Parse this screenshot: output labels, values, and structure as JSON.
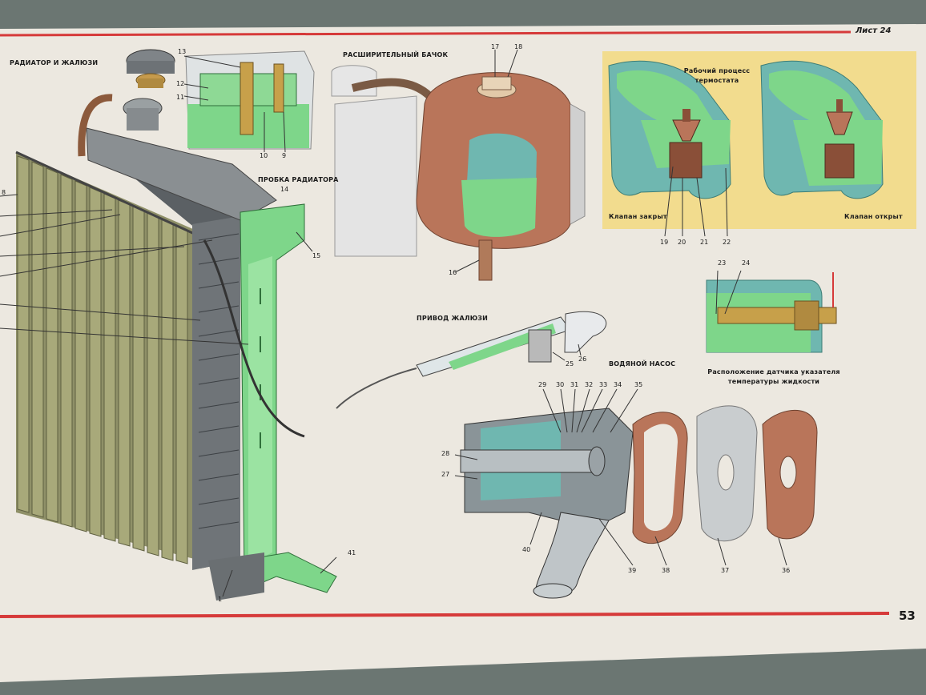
{
  "sheet_label": "Лист 24",
  "page_number": "53",
  "sections": {
    "radiator": "РАДИАТОР И ЖАЛЮЗИ",
    "expansion_tank": "РАСШИРИТЕЛЬНЫЙ БАЧОК",
    "radiator_cap": "ПРОБКА РАДИАТОРА",
    "shutter_drive": "ПРИВОД ЖАЛЮЗИ",
    "water_pump": "ВОДЯНОЙ НАСОС",
    "thermostat_title_1": "Рабочий процесс",
    "thermostat_title_2": "термостата",
    "valve_closed": "Клапан закрыт",
    "valve_open": "Клапан открыт",
    "sensor_caption_1": "Расположение датчика указателя",
    "sensor_caption_2": "температуры жидкости"
  },
  "callouts": {
    "n1": "1",
    "n8": "8",
    "n9": "9",
    "n10": "10",
    "n11": "11",
    "n12": "12",
    "n13": "13",
    "n14": "14",
    "n15": "15",
    "n16": "16",
    "n17": "17",
    "n18": "18",
    "n19": "19",
    "n20": "20",
    "n21": "21",
    "n22": "22",
    "n23": "23",
    "n24": "24",
    "n25": "25",
    "n26": "26",
    "n27": "27",
    "n28": "28",
    "n29": "29",
    "n30": "30",
    "n31": "31",
    "n32": "32",
    "n33": "33",
    "n34": "34",
    "n35": "35",
    "n36": "36",
    "n37": "37",
    "n38": "38",
    "n39": "39",
    "n40": "40",
    "n41": "41"
  },
  "colors": {
    "paper": "#ece8e0",
    "red_rule": "#d63a3a",
    "coolant": "#7ed68a",
    "metal": "#7d8286",
    "copper": "#b9755a",
    "thermostat_bg": "#f2dc8e",
    "teal": "#6fb7b0"
  }
}
